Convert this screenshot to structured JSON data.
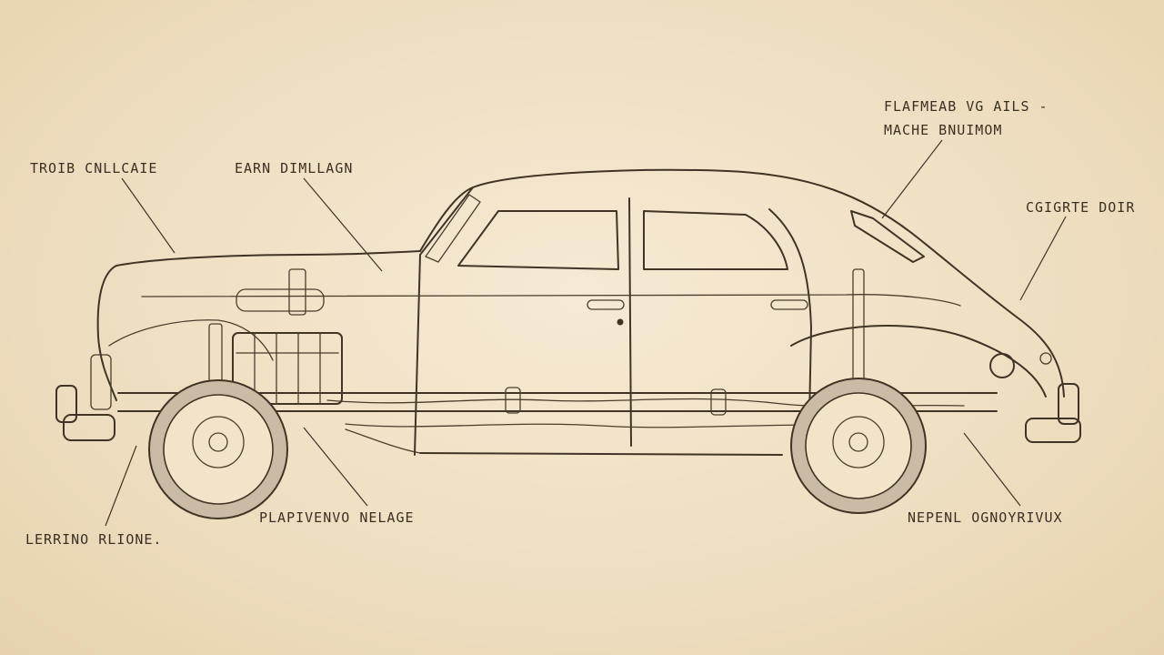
{
  "labels": {
    "top_right_line1": "FLAFMEAB VG AILS -",
    "top_right_line2": "MACHE BNUIMOM",
    "left_top_1": "TROIB CNLLCAIE",
    "left_top_2": "EARN DIMLLAGN",
    "right_mid": "CGIGRTE DOIR",
    "bottom_left": "LERRINO RLIONE.",
    "bottom_center": "PLAPIVENVO NELAGE",
    "bottom_right": "NEPENL OGNOYRIVUX"
  },
  "colors": {
    "paper": "#f2e4c9",
    "ink": "#3f3426",
    "tire_fill": "#c9bba4"
  }
}
